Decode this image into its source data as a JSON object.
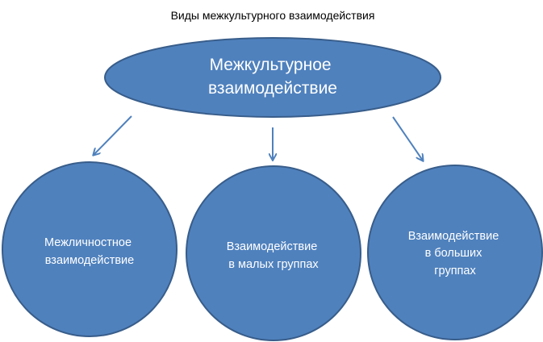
{
  "title": "Виды межкультурного взаимодействия",
  "colors": {
    "node_fill": "#4f81bd",
    "node_stroke": "#385d8a",
    "arrow": "#4f81bd",
    "text_light": "#ffffff"
  },
  "root": {
    "lines": [
      "Межкультурное",
      "взаимодействие"
    ]
  },
  "children": [
    {
      "lines": [
        "Межличностное",
        "взаимодействие"
      ]
    },
    {
      "lines": [
        "Взаимодействие",
        "в малых группах"
      ]
    },
    {
      "lines": [
        "Взаимодействие",
        "в больших",
        "группах"
      ]
    }
  ]
}
